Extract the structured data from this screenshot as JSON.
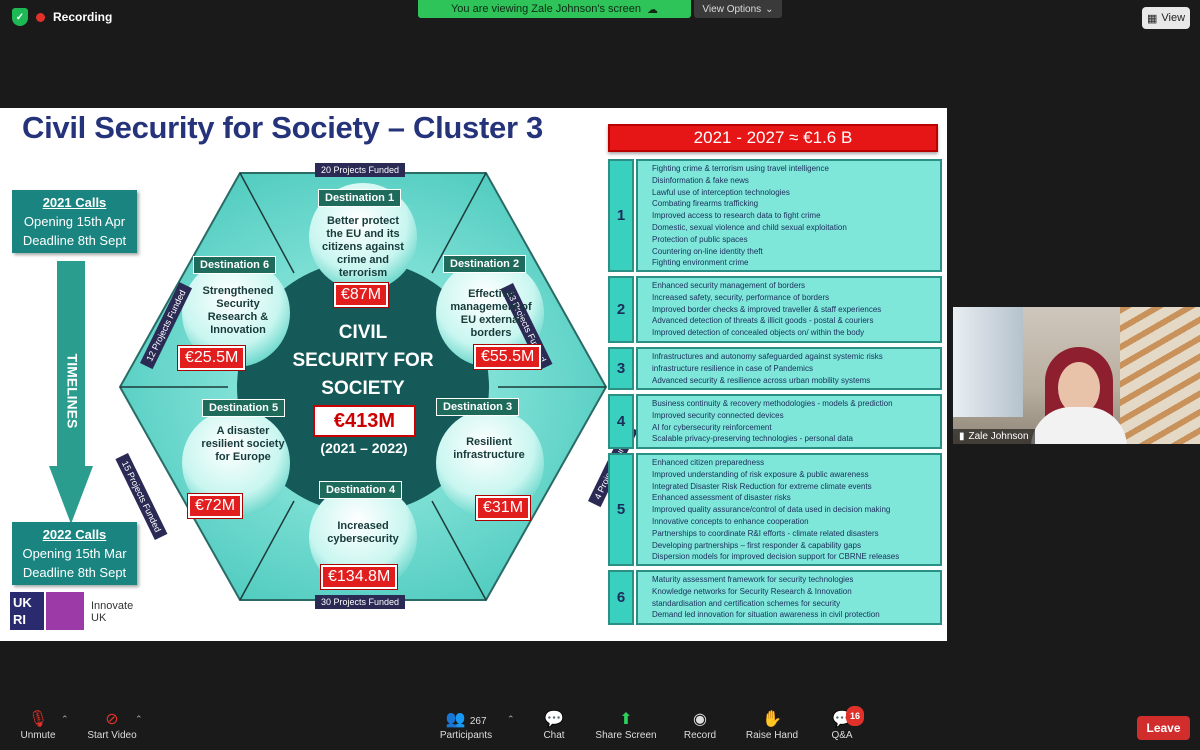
{
  "top": {
    "recording_label": "Recording",
    "banner_text": "You are viewing Zale Johnson's screen",
    "view_options_label": "View Options",
    "view_button_label": "View"
  },
  "slide": {
    "title": "Civil Security for Society – Cluster 3",
    "budget": "2021 - 2027 ≈ €1.6 B",
    "calls_2021": {
      "head": "2021 Calls",
      "line1": "Opening 15th Apr",
      "line2": "Deadline 8th Sept"
    },
    "calls_2022": {
      "head": "2022 Calls",
      "line1": "Opening 15th Mar",
      "line2": "Deadline 8th Sept"
    },
    "timelines_label": "TIMELINES",
    "logo": {
      "ukri": "UK RI",
      "innovate_line1": "Innovate",
      "innovate_line2": "UK"
    },
    "center": {
      "line1": "CIVIL",
      "line2": "SECURITY FOR",
      "line3": "SOCIETY",
      "amount": "€413M",
      "years": "(2021 – 2022)"
    },
    "projects": {
      "top": "20 Projects Funded",
      "right_top": "13 Projects Funded",
      "right_bottom": "4 Projects Funded",
      "bottom": "30 Projects Funded",
      "left_bottom": "15 Projects Funded",
      "left_top": "12 Projects Funded"
    },
    "destinations": [
      {
        "label": "Destination 1",
        "text": "Better protect the EU and its citizens against crime and terrorism",
        "amount": "€87M"
      },
      {
        "label": "Destination 2",
        "text": "Effective management of EU external borders",
        "amount": "€55.5M"
      },
      {
        "label": "Destination 3",
        "text": "Resilient infrastructure",
        "amount": "€31M"
      },
      {
        "label": "Destination 4",
        "text": "Increased cybersecurity",
        "amount": "€134.8M"
      },
      {
        "label": "Destination 5",
        "text": "A disaster resilient society for Europe",
        "amount": "€72M"
      },
      {
        "label": "Destination 6",
        "text": "Strengthened Security Research & Innovation",
        "amount": "€25.5M"
      }
    ],
    "rows": [
      {
        "num": "1",
        "items": [
          "Fighting crime & terrorism using travel intelligence",
          "Disinformation & fake news",
          "Lawful use of interception technologies",
          "Combating firearms trafficking",
          "Improved access to research data to fight crime",
          "Domestic, sexual violence and child sexual exploitation",
          "Protection of public spaces",
          "Countering on-line identity theft",
          "Fighting environment crime"
        ]
      },
      {
        "num": "2",
        "items": [
          "Enhanced security management of borders",
          "Increased safety, security, performance of borders",
          "Improved border checks & improved traveller & staff experiences",
          "Advanced detection of threats & illicit goods - postal & couriers",
          "Improved detection of concealed objects on/ within the body"
        ]
      },
      {
        "num": "3",
        "items": [
          "Infrastructures and autonomy safeguarded against systemic risks",
          "infrastructure resilience in case of Pandemics",
          "Advanced security & resilience across urban mobility systems"
        ]
      },
      {
        "num": "4",
        "items": [
          "Business continuity & recovery methodologies - models & prediction",
          "Improved security connected devices",
          "AI for cybersecurity reinforcement",
          "Scalable privacy-preserving technologies - personal data"
        ]
      },
      {
        "num": "5",
        "items": [
          "Enhanced citizen preparedness",
          "Improved understanding of risk exposure & public awareness",
          "Integrated Disaster Risk Reduction for extreme climate events",
          "Enhanced assessment of disaster risks",
          "Improved quality assurance/control of data used in decision making",
          "Innovative concepts to enhance cooperation",
          "Partnerships to coordinate R&I efforts - climate related disasters",
          "Developing partnerships – first responder & capability gaps",
          "Dispersion models for improved decision support for CBRNE releases"
        ]
      },
      {
        "num": "6",
        "items": [
          "Maturity assessment framework for security technologies",
          "Knowledge networks for Security Research & Innovation",
          "standardisation and certification schemes for security",
          "Demand led innovation for situation awareness in civil protection"
        ]
      }
    ]
  },
  "video": {
    "name": "Zale Johnson"
  },
  "toolbar": {
    "unmute": "Unmute",
    "start_video": "Start Video",
    "participants": "Participants",
    "participants_count": "267",
    "chat": "Chat",
    "share_screen": "Share Screen",
    "record": "Record",
    "raise_hand": "Raise Hand",
    "qa": "Q&A",
    "qa_badge": "16",
    "leave": "Leave"
  }
}
